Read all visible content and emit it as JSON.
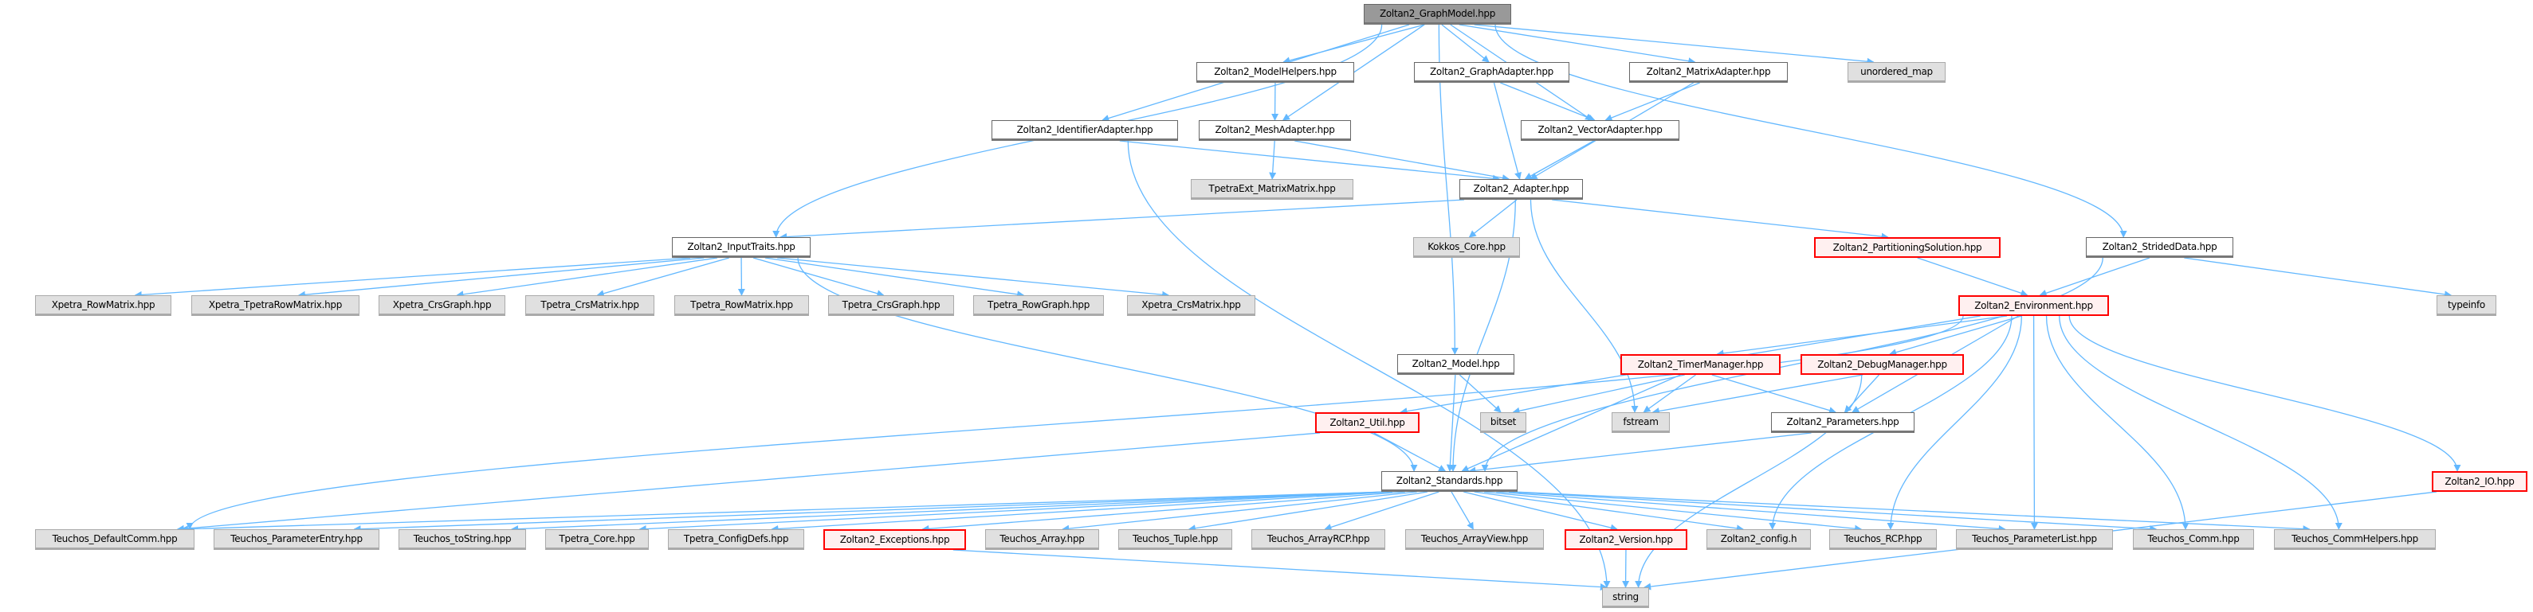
{
  "diagram": {
    "edge_color": "#63b8ff",
    "nodes": [
      {
        "id": "graphmodel",
        "label": "Zoltan2_GraphModel.hpp",
        "kind": "root"
      },
      {
        "id": "modelhelpers",
        "label": "Zoltan2_ModelHelpers.hpp",
        "kind": "local"
      },
      {
        "id": "graphadapter",
        "label": "Zoltan2_GraphAdapter.hpp",
        "kind": "local"
      },
      {
        "id": "matrixadapter",
        "label": "Zoltan2_MatrixAdapter.hpp",
        "kind": "local"
      },
      {
        "id": "unordered_map",
        "label": "unordered_map",
        "kind": "ext"
      },
      {
        "id": "identifieradapter",
        "label": "Zoltan2_IdentifierAdapter.hpp",
        "kind": "local"
      },
      {
        "id": "meshadapter",
        "label": "Zoltan2_MeshAdapter.hpp",
        "kind": "local"
      },
      {
        "id": "vectoradapter",
        "label": "Zoltan2_VectorAdapter.hpp",
        "kind": "local"
      },
      {
        "id": "tpetraext",
        "label": "TpetraExt_MatrixMatrix.hpp",
        "kind": "ext"
      },
      {
        "id": "adapter",
        "label": "Zoltan2_Adapter.hpp",
        "kind": "local"
      },
      {
        "id": "inputtraits",
        "label": "Zoltan2_InputTraits.hpp",
        "kind": "local"
      },
      {
        "id": "kokkos",
        "label": "Kokkos_Core.hpp",
        "kind": "ext"
      },
      {
        "id": "partsol",
        "label": "Zoltan2_PartitioningSolution.hpp",
        "kind": "trunc"
      },
      {
        "id": "strided",
        "label": "Zoltan2_StridedData.hpp",
        "kind": "local"
      },
      {
        "id": "xrowmatrix",
        "label": "Xpetra_RowMatrix.hpp",
        "kind": "ext"
      },
      {
        "id": "xtpetrarowmatrix",
        "label": "Xpetra_TpetraRowMatrix.hpp",
        "kind": "ext"
      },
      {
        "id": "xcrsgraph",
        "label": "Xpetra_CrsGraph.hpp",
        "kind": "ext"
      },
      {
        "id": "tcrsmatrix",
        "label": "Tpetra_CrsMatrix.hpp",
        "kind": "ext"
      },
      {
        "id": "trowmatrix",
        "label": "Tpetra_RowMatrix.hpp",
        "kind": "ext"
      },
      {
        "id": "tcrsgraph",
        "label": "Tpetra_CrsGraph.hpp",
        "kind": "ext"
      },
      {
        "id": "trowgraph",
        "label": "Tpetra_RowGraph.hpp",
        "kind": "ext"
      },
      {
        "id": "xcrsmatrix",
        "label": "Xpetra_CrsMatrix.hpp",
        "kind": "ext"
      },
      {
        "id": "environment",
        "label": "Zoltan2_Environment.hpp",
        "kind": "trunc"
      },
      {
        "id": "typeinfo",
        "label": "typeinfo",
        "kind": "ext"
      },
      {
        "id": "model",
        "label": "Zoltan2_Model.hpp",
        "kind": "local"
      },
      {
        "id": "timer",
        "label": "Zoltan2_TimerManager.hpp",
        "kind": "trunc"
      },
      {
        "id": "debug",
        "label": "Zoltan2_DebugManager.hpp",
        "kind": "trunc"
      },
      {
        "id": "util",
        "label": "Zoltan2_Util.hpp",
        "kind": "trunc"
      },
      {
        "id": "bitset",
        "label": "bitset",
        "kind": "ext"
      },
      {
        "id": "fstream",
        "label": "fstream",
        "kind": "ext"
      },
      {
        "id": "parameters",
        "label": "Zoltan2_Parameters.hpp",
        "kind": "local"
      },
      {
        "id": "standards",
        "label": "Zoltan2_Standards.hpp",
        "kind": "local"
      },
      {
        "id": "io",
        "label": "Zoltan2_IO.hpp",
        "kind": "trunc"
      },
      {
        "id": "defaultcomm",
        "label": "Teuchos_DefaultComm.hpp",
        "kind": "ext"
      },
      {
        "id": "paramentry",
        "label": "Teuchos_ParameterEntry.hpp",
        "kind": "ext"
      },
      {
        "id": "tostring",
        "label": "Teuchos_toString.hpp",
        "kind": "ext"
      },
      {
        "id": "tpetracore",
        "label": "Tpetra_Core.hpp",
        "kind": "ext"
      },
      {
        "id": "configdefs",
        "label": "Tpetra_ConfigDefs.hpp",
        "kind": "ext"
      },
      {
        "id": "exceptions",
        "label": "Zoltan2_Exceptions.hpp",
        "kind": "trunc"
      },
      {
        "id": "tarray",
        "label": "Teuchos_Array.hpp",
        "kind": "ext"
      },
      {
        "id": "ttuple",
        "label": "Teuchos_Tuple.hpp",
        "kind": "ext"
      },
      {
        "id": "tarrayrcp",
        "label": "Teuchos_ArrayRCP.hpp",
        "kind": "ext"
      },
      {
        "id": "tarrayview",
        "label": "Teuchos_ArrayView.hpp",
        "kind": "ext"
      },
      {
        "id": "version",
        "label": "Zoltan2_Version.hpp",
        "kind": "trunc"
      },
      {
        "id": "config",
        "label": "Zoltan2_config.h",
        "kind": "ext"
      },
      {
        "id": "trcp",
        "label": "Teuchos_RCP.hpp",
        "kind": "ext"
      },
      {
        "id": "tparamlist",
        "label": "Teuchos_ParameterList.hpp",
        "kind": "ext"
      },
      {
        "id": "tcomm",
        "label": "Teuchos_Comm.hpp",
        "kind": "ext"
      },
      {
        "id": "tcommhelpers",
        "label": "Teuchos_CommHelpers.hpp",
        "kind": "ext"
      },
      {
        "id": "string",
        "label": "string",
        "kind": "ext"
      }
    ],
    "edges": [
      [
        "graphmodel",
        "identifieradapter"
      ],
      [
        "graphmodel",
        "modelhelpers"
      ],
      [
        "graphmodel",
        "meshadapter"
      ],
      [
        "graphmodel",
        "graphadapter"
      ],
      [
        "graphmodel",
        "vectoradapter"
      ],
      [
        "graphmodel",
        "matrixadapter"
      ],
      [
        "graphmodel",
        "unordered_map"
      ],
      [
        "graphmodel",
        "strided"
      ],
      [
        "graphmodel",
        "inputtraits"
      ],
      [
        "graphmodel",
        "model"
      ],
      [
        "modelhelpers",
        "meshadapter"
      ],
      [
        "graphadapter",
        "vectoradapter"
      ],
      [
        "graphadapter",
        "adapter"
      ],
      [
        "matrixadapter",
        "vectoradapter"
      ],
      [
        "matrixadapter",
        "adapter"
      ],
      [
        "identifieradapter",
        "adapter"
      ],
      [
        "identifieradapter",
        "string"
      ],
      [
        "meshadapter",
        "tpetraext"
      ],
      [
        "meshadapter",
        "adapter"
      ],
      [
        "vectoradapter",
        "adapter"
      ],
      [
        "adapter",
        "inputtraits"
      ],
      [
        "adapter",
        "kokkos"
      ],
      [
        "adapter",
        "partsol"
      ],
      [
        "adapter",
        "standards"
      ],
      [
        "adapter",
        "fstream"
      ],
      [
        "partsol",
        "environment"
      ],
      [
        "strided",
        "environment"
      ],
      [
        "strided",
        "standards"
      ],
      [
        "strided",
        "typeinfo"
      ],
      [
        "inputtraits",
        "xrowmatrix"
      ],
      [
        "inputtraits",
        "xtpetrarowmatrix"
      ],
      [
        "inputtraits",
        "xcrsgraph"
      ],
      [
        "inputtraits",
        "tcrsmatrix"
      ],
      [
        "inputtraits",
        "trowmatrix"
      ],
      [
        "inputtraits",
        "tcrsgraph"
      ],
      [
        "inputtraits",
        "trowgraph"
      ],
      [
        "inputtraits",
        "xcrsmatrix"
      ],
      [
        "inputtraits",
        "standards"
      ],
      [
        "environment",
        "defaultcomm"
      ],
      [
        "environment",
        "util"
      ],
      [
        "environment",
        "timer"
      ],
      [
        "environment",
        "debug"
      ],
      [
        "environment",
        "parameters"
      ],
      [
        "environment",
        "config"
      ],
      [
        "environment",
        "trcp"
      ],
      [
        "environment",
        "tparamlist"
      ],
      [
        "environment",
        "tcomm"
      ],
      [
        "environment",
        "tcommhelpers"
      ],
      [
        "environment",
        "io"
      ],
      [
        "model",
        "bitset"
      ],
      [
        "model",
        "standards"
      ],
      [
        "timer",
        "bitset"
      ],
      [
        "timer",
        "fstream"
      ],
      [
        "timer",
        "parameters"
      ],
      [
        "timer",
        "standards"
      ],
      [
        "debug",
        "fstream"
      ],
      [
        "debug",
        "parameters"
      ],
      [
        "debug",
        "string"
      ],
      [
        "util",
        "standards"
      ],
      [
        "util",
        "defaultcomm"
      ],
      [
        "parameters",
        "standards"
      ],
      [
        "standards",
        "defaultcomm"
      ],
      [
        "standards",
        "paramentry"
      ],
      [
        "standards",
        "tostring"
      ],
      [
        "standards",
        "tpetracore"
      ],
      [
        "standards",
        "configdefs"
      ],
      [
        "standards",
        "exceptions"
      ],
      [
        "standards",
        "tarray"
      ],
      [
        "standards",
        "ttuple"
      ],
      [
        "standards",
        "tarrayrcp"
      ],
      [
        "standards",
        "tarrayview"
      ],
      [
        "standards",
        "version"
      ],
      [
        "standards",
        "config"
      ],
      [
        "standards",
        "trcp"
      ],
      [
        "standards",
        "tparamlist"
      ],
      [
        "standards",
        "tcomm"
      ],
      [
        "standards",
        "tcommhelpers"
      ],
      [
        "exceptions",
        "string"
      ],
      [
        "version",
        "string"
      ],
      [
        "io",
        "string"
      ]
    ]
  }
}
